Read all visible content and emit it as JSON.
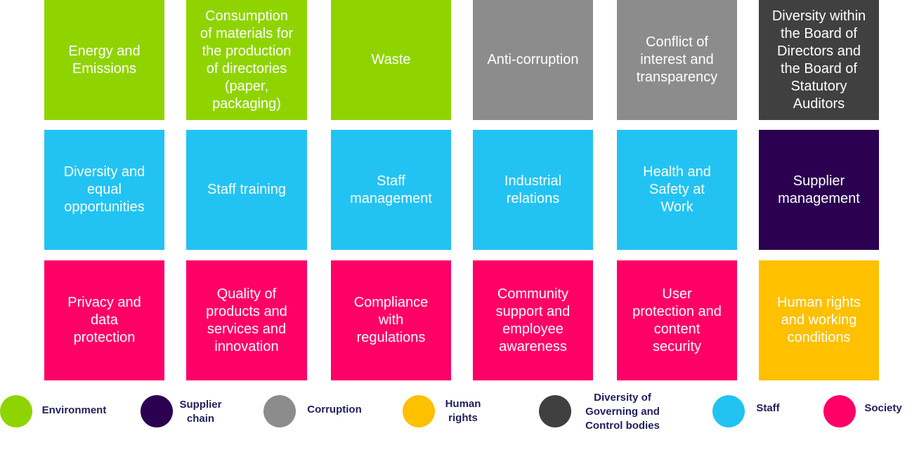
{
  "categories": {
    "environment": {
      "label": "Environment",
      "color": "#8fd400"
    },
    "supplier_chain": {
      "label": "Supplier\nchain",
      "color": "#2b0050"
    },
    "corruption": {
      "label": "Corruption",
      "color": "#8c8c8c"
    },
    "human_rights": {
      "label": "Human\nrights",
      "color": "#ffc000"
    },
    "diversity": {
      "label": "Diversity of\nGoverning and\nControl bodies",
      "color": "#404040"
    },
    "staff": {
      "label": "Staff",
      "color": "#22c3f2"
    },
    "society": {
      "label": "Society",
      "color": "#ff0066"
    }
  },
  "rows": [
    [
      {
        "text": "Energy and\nEmissions",
        "category": "environment"
      },
      {
        "text": "Consumption\nof materials for\nthe production\nof directories\n(paper,\npackaging)",
        "category": "environment"
      },
      {
        "text": "Waste",
        "category": "environment"
      },
      {
        "text": "Anti-corruption",
        "category": "corruption"
      },
      {
        "text": "Conflict of\ninterest and\ntransparency",
        "category": "corruption"
      },
      {
        "text": "Diversity within\nthe Board of\nDirectors and\nthe Board of\nStatutory\nAuditors",
        "category": "diversity"
      }
    ],
    [
      {
        "text": "Diversity and\nequal\nopportunities",
        "category": "staff"
      },
      {
        "text": "Staff training",
        "category": "staff"
      },
      {
        "text": "Staff\nmanagement",
        "category": "staff"
      },
      {
        "text": "Industrial\nrelations",
        "category": "staff"
      },
      {
        "text": "Health and\nSafety at\nWork",
        "category": "staff"
      },
      {
        "text": "Supplier\nmanagement",
        "category": "supplier_chain"
      }
    ],
    [
      {
        "text": "Privacy and\ndata\nprotection",
        "category": "society"
      },
      {
        "text": "Quality of\nproducts and\nservices and\ninnovation",
        "category": "society"
      },
      {
        "text": "Compliance\nwith\nregulations",
        "category": "society"
      },
      {
        "text": "Community\nsupport and\nemployee\nawareness",
        "category": "society"
      },
      {
        "text": "User\nprotection and\ncontent\nsecurity",
        "category": "society"
      },
      {
        "text": "Human rights\nand working\nconditions",
        "category": "human_rights"
      }
    ]
  ],
  "legend_order": [
    "environment",
    "supplier_chain",
    "corruption",
    "human_rights",
    "diversity",
    "staff",
    "society"
  ]
}
